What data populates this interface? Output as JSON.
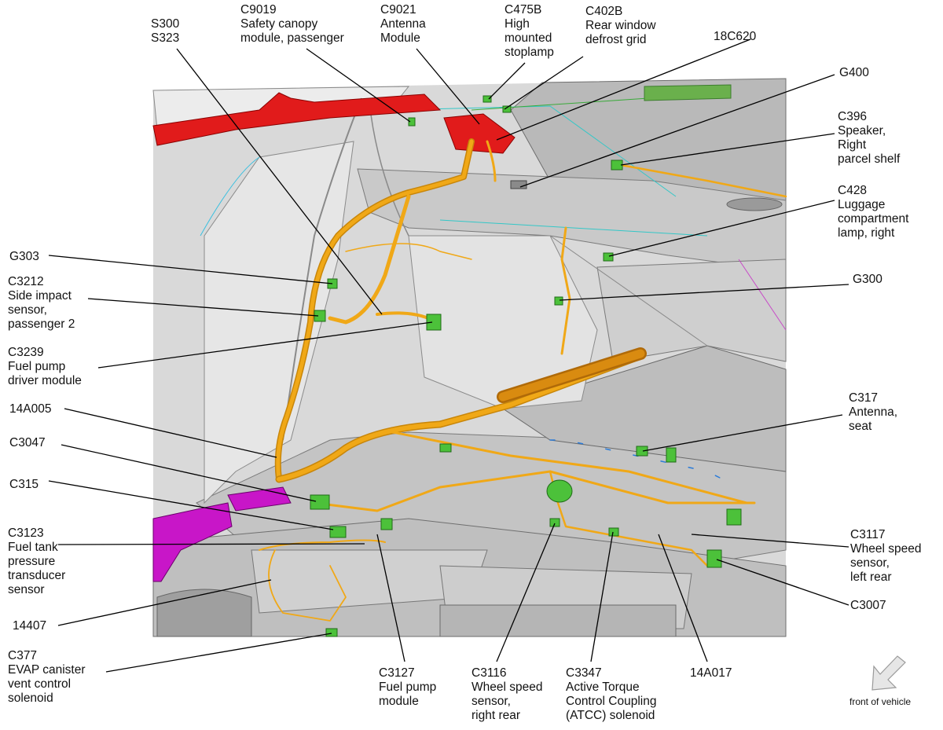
{
  "labels": {
    "s300": "S300\nS323",
    "c9019": "C9019\nSafety canopy\nmodule, passenger",
    "c9021": "C9021\nAntenna\nModule",
    "c475b": "C475B\nHigh\nmounted\nstoplamp",
    "c402b": "C402B\nRear window\ndefrost grid",
    "18c620": "18C620",
    "g400": "G400",
    "c396": "C396\nSpeaker,\nRight\nparcel shelf",
    "c428": "C428\nLuggage\ncompartment\nlamp, right",
    "g300": "G300",
    "g303": "G303",
    "c3212": "C3212\nSide impact\nsensor,\npassenger 2",
    "c3239": "C3239\nFuel pump\ndriver module",
    "14a005": "14A005",
    "c3047": "C3047",
    "c315": "C315",
    "c3123": "C3123\nFuel tank\npressure\ntransducer\nsensor",
    "14407": "14407",
    "c377": "C377\nEVAP canister\nvent control\nsolenoid",
    "c3127": "C3127\nFuel pump\nmodule",
    "c3116": "C3116\nWheel speed\nsensor,\nright rear",
    "c3347": "C3347\nActive Torque\nControl Coupling\n(ATCC) solenoid",
    "14a017": "14A017",
    "c317": "C317\nAntenna,\nseat",
    "c3117": "C3117\nWheel speed\nsensor,\nleft rear",
    "c3007": "C3007",
    "front": "front of vehicle"
  },
  "colors": {
    "harness": "#f0a817",
    "harness_dark": "#c8860a",
    "red_part": "#e11b1b",
    "magenta_part": "#c816c8",
    "connector": "#4cc13a",
    "body_panel": "#dcdcdc",
    "body_edge": "#8a8a8a",
    "leader": "#000000"
  },
  "icons": {
    "front_arrow": "arrow-down-left-icon"
  }
}
